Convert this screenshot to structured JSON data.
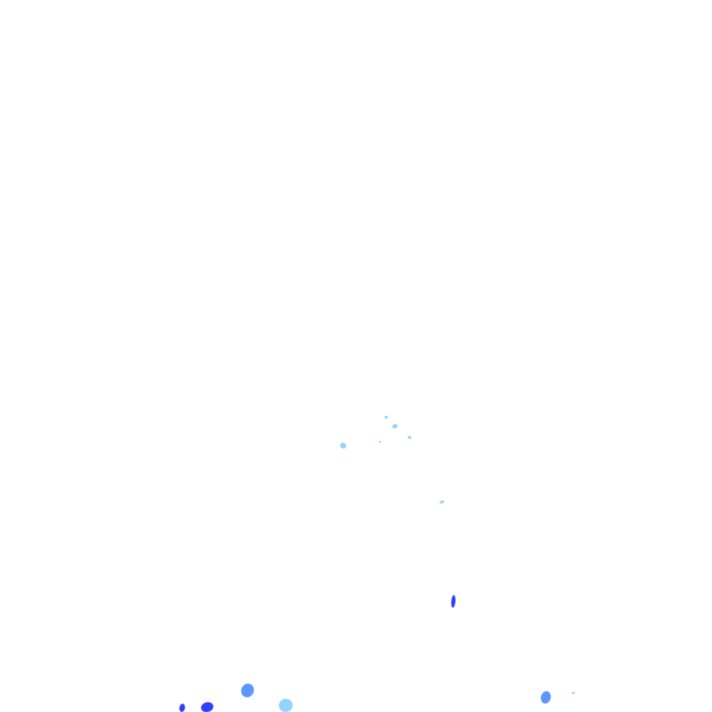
{
  "colors": {
    "background": "#ffffff",
    "light_blue": "#6ec6ff",
    "mid_blue": "#4a8cff",
    "deep_blue": "#1a2cff"
  },
  "specks": [
    {
      "name": "speck-upper-1",
      "tone": "light_blue"
    },
    {
      "name": "speck-upper-2",
      "tone": "light_blue"
    },
    {
      "name": "speck-upper-3",
      "tone": "light_blue"
    },
    {
      "name": "speck-upper-4",
      "tone": "light_blue"
    },
    {
      "name": "speck-upper-5",
      "tone": "light_blue"
    },
    {
      "name": "speck-middle-1",
      "tone": "light_blue"
    },
    {
      "name": "speck-middle-2",
      "tone": "deep_blue"
    },
    {
      "name": "speck-bottom-1",
      "tone": "deep_blue"
    },
    {
      "name": "speck-bottom-2",
      "tone": "deep_blue"
    },
    {
      "name": "speck-bottom-3",
      "tone": "mid_blue"
    },
    {
      "name": "speck-bottom-4",
      "tone": "light_blue"
    },
    {
      "name": "speck-bottom-5",
      "tone": "mid_blue"
    },
    {
      "name": "speck-bottom-6",
      "tone": "light_blue"
    }
  ]
}
